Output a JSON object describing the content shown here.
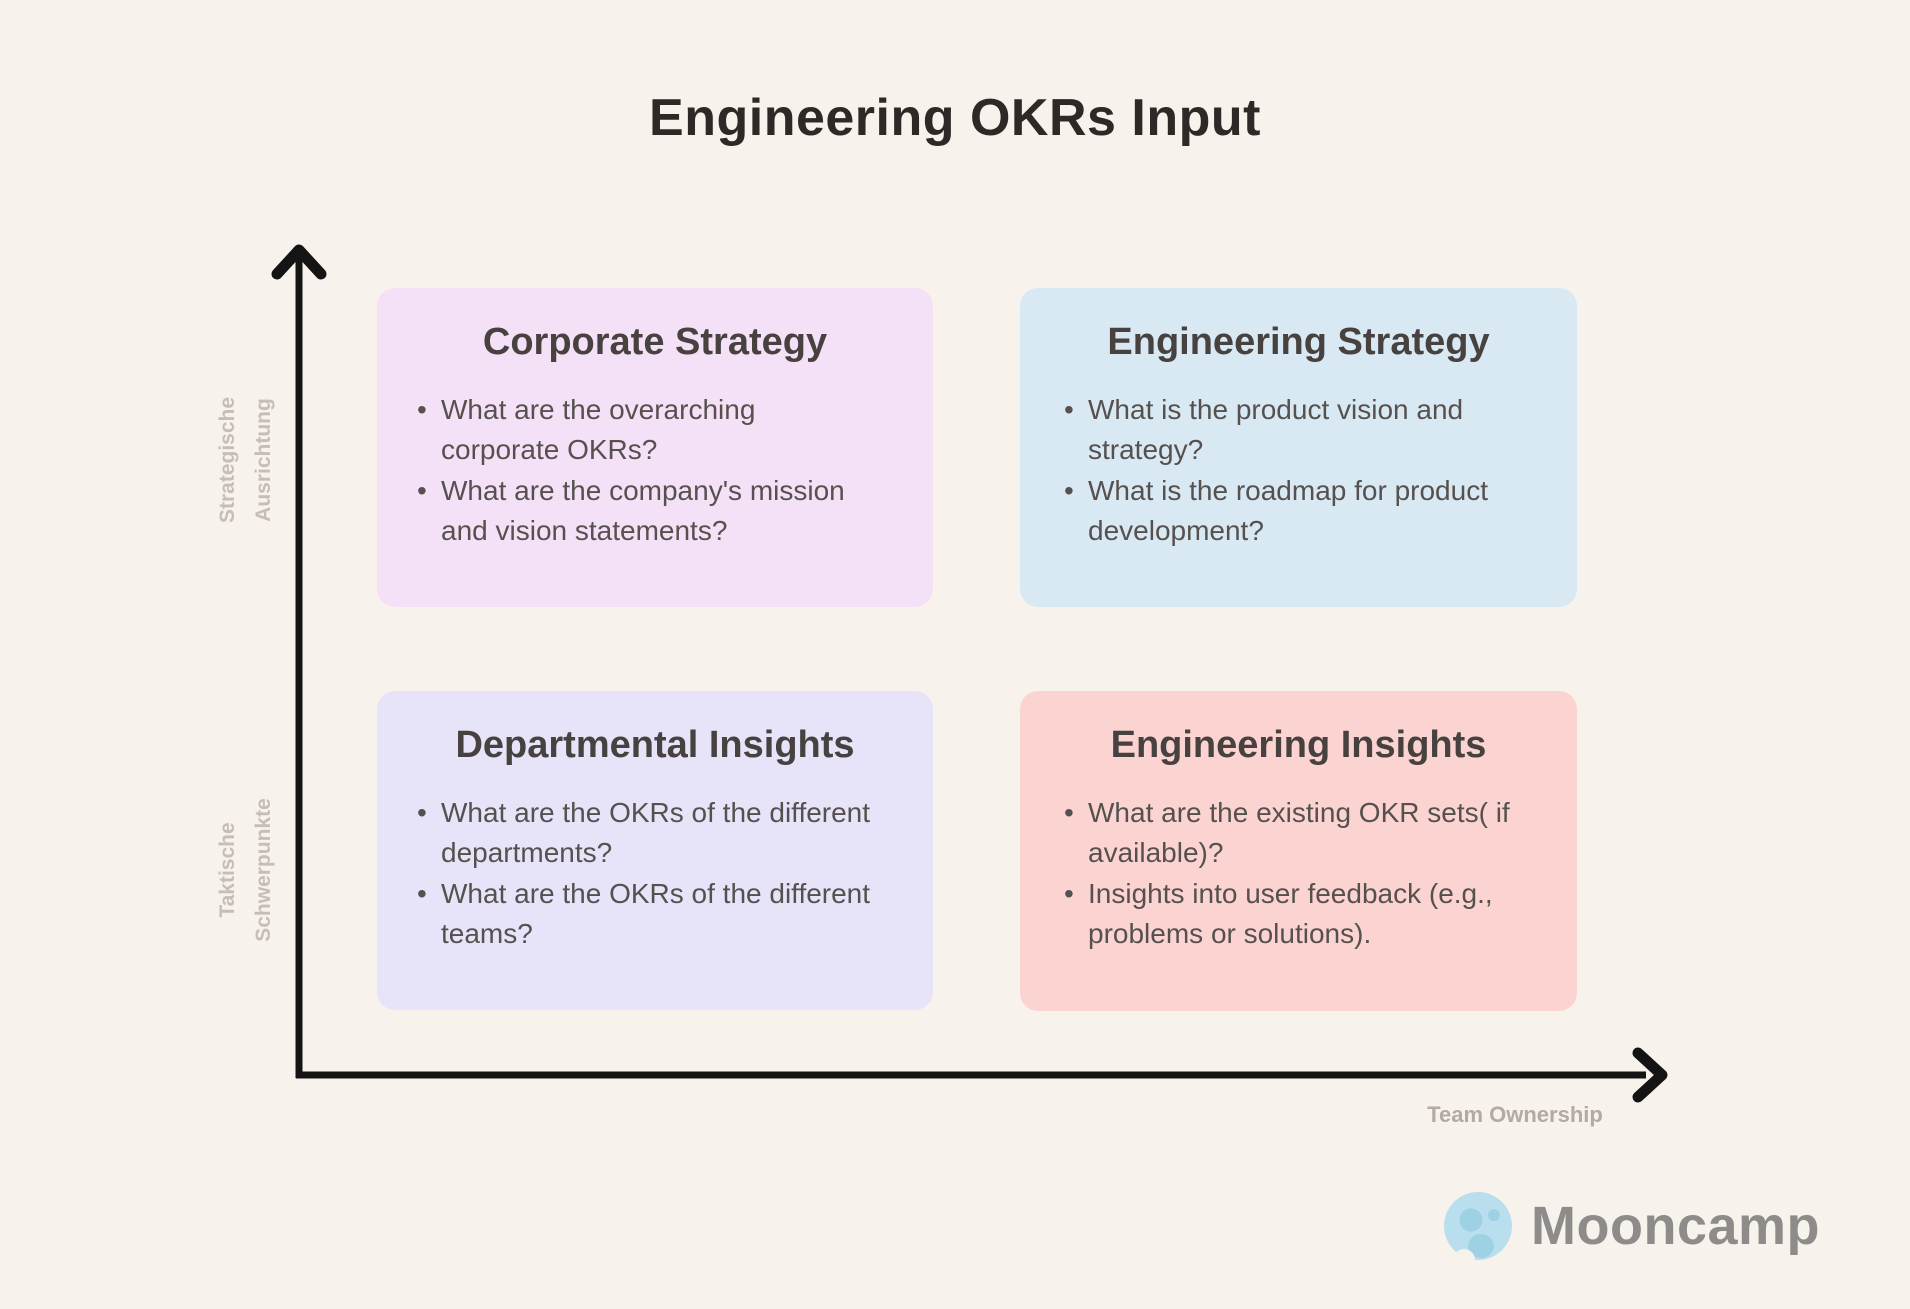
{
  "page": {
    "title": "Engineering OKRs Input"
  },
  "axes": {
    "y_axis": {
      "top_label": {
        "line1": "Strategische",
        "line2": "Ausrichtung"
      },
      "bottom_label": {
        "line1": "Taktische",
        "line2": "Schwerpunkte"
      }
    },
    "x_axis": {
      "label": "Team Ownership"
    }
  },
  "quadrants": [
    {
      "title": "Corporate Strategy",
      "bullets": [
        "What are the overarching corporate OKRs?",
        "What are the company's mission and vision statements?"
      ],
      "bg_color": "#f5e1f7"
    },
    {
      "title": "Engineering Strategy",
      "bullets": [
        "What is the product vision and strategy?",
        "What is the roadmap for product development?"
      ],
      "bg_color": "#d8e9f4"
    },
    {
      "title": "Departmental Insights",
      "bullets": [
        "What are the OKRs of the different departments?",
        "What are the OKRs of the different teams?"
      ],
      "bg_color": "#e7e3f9"
    },
    {
      "title": "Engineering Insights",
      "bullets": [
        "What are the existing OKR sets( if available)?",
        "Insights into user feedback (e.g., problems or solutions)."
      ],
      "bg_color": "#fbd4d2"
    }
  ],
  "logo": {
    "name": "Mooncamp",
    "moon_color": "#b9deed",
    "crater_color": "#9fd1e4",
    "text_color": "#8e8c8a"
  },
  "colors": {
    "background": "#f8f2ec",
    "axis": "#141414",
    "axis_label_vertical": "#c6beb6",
    "axis_label_horizontal": "#b2aaa3",
    "title_text": "#2d2926",
    "heading_text": "#474140",
    "body_text": "#56514e"
  }
}
